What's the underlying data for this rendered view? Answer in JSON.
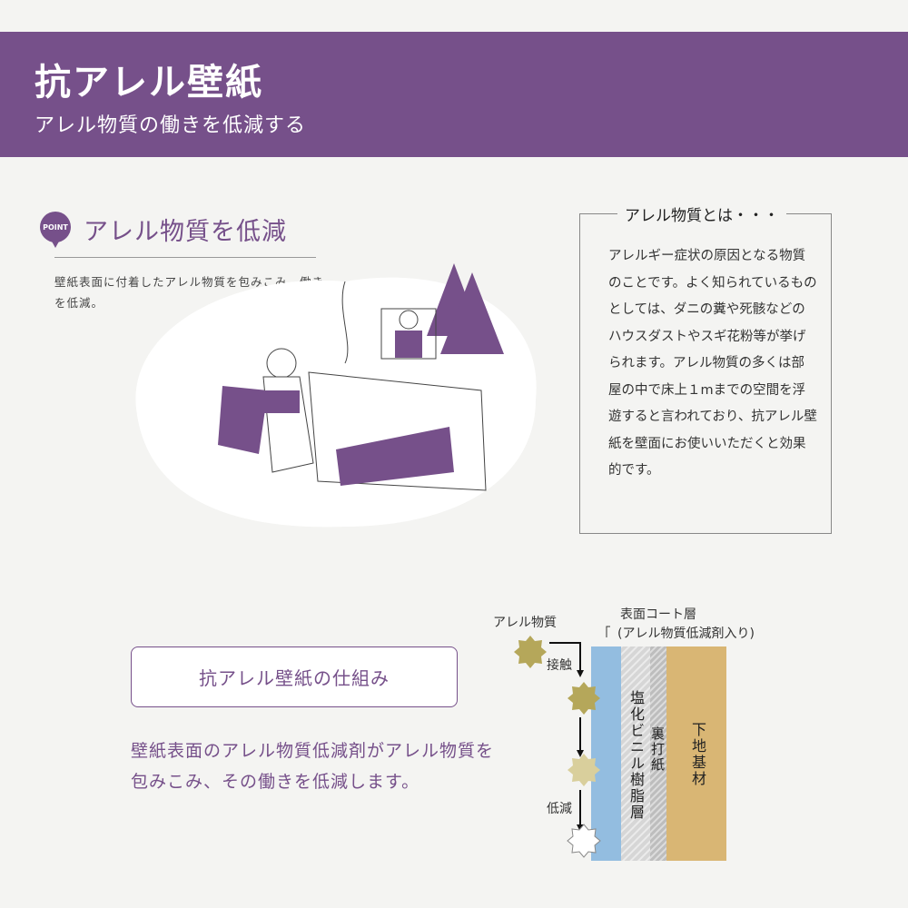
{
  "header": {
    "title": "抗アレル壁紙",
    "subtitle": "アレル物質の働きを低減する",
    "bg_color": "#76508a"
  },
  "point": {
    "badge": "POINT",
    "title": "アレル物質を低減",
    "description": "壁紙表面に付着したアレル物質を包みこみ、働きを低減。"
  },
  "info_box": {
    "title": "アレル物質とは・・・",
    "text": "アレルギー症状の原因となる物質のことです。よく知られているものとしては、ダニの糞や死骸などのハウスダストやスギ花粉等が挙げられます。アレル物質の多くは部屋の中で床上１mまでの空間を浮遊すると言われており、抗アレル壁紙を壁面にお使いいただくと効果的です。"
  },
  "mechanism": {
    "button_label": "抗アレル壁紙の仕組み",
    "description": "壁紙表面のアレル物質低減剤がアレル物質を包みこみ、その働きを低減します。"
  },
  "diagram": {
    "allergen_label": "アレル物質",
    "contact_label": "接触",
    "reduce_label": "低減",
    "coat_label": "表面コート層",
    "coat_sublabel": "(アレル物質低減剤入り)",
    "layers": {
      "vinyl": "塩化ビニル樹脂層",
      "backing": "裏打紙",
      "base": "下地基材"
    },
    "colors": {
      "coat": "#93bde0",
      "vinyl": "#d6d6d6",
      "backing": "#c4c4c4",
      "base": "#d9b674",
      "allergen": "#b5a75a",
      "allergen_faded": "#d9cf9c"
    }
  }
}
